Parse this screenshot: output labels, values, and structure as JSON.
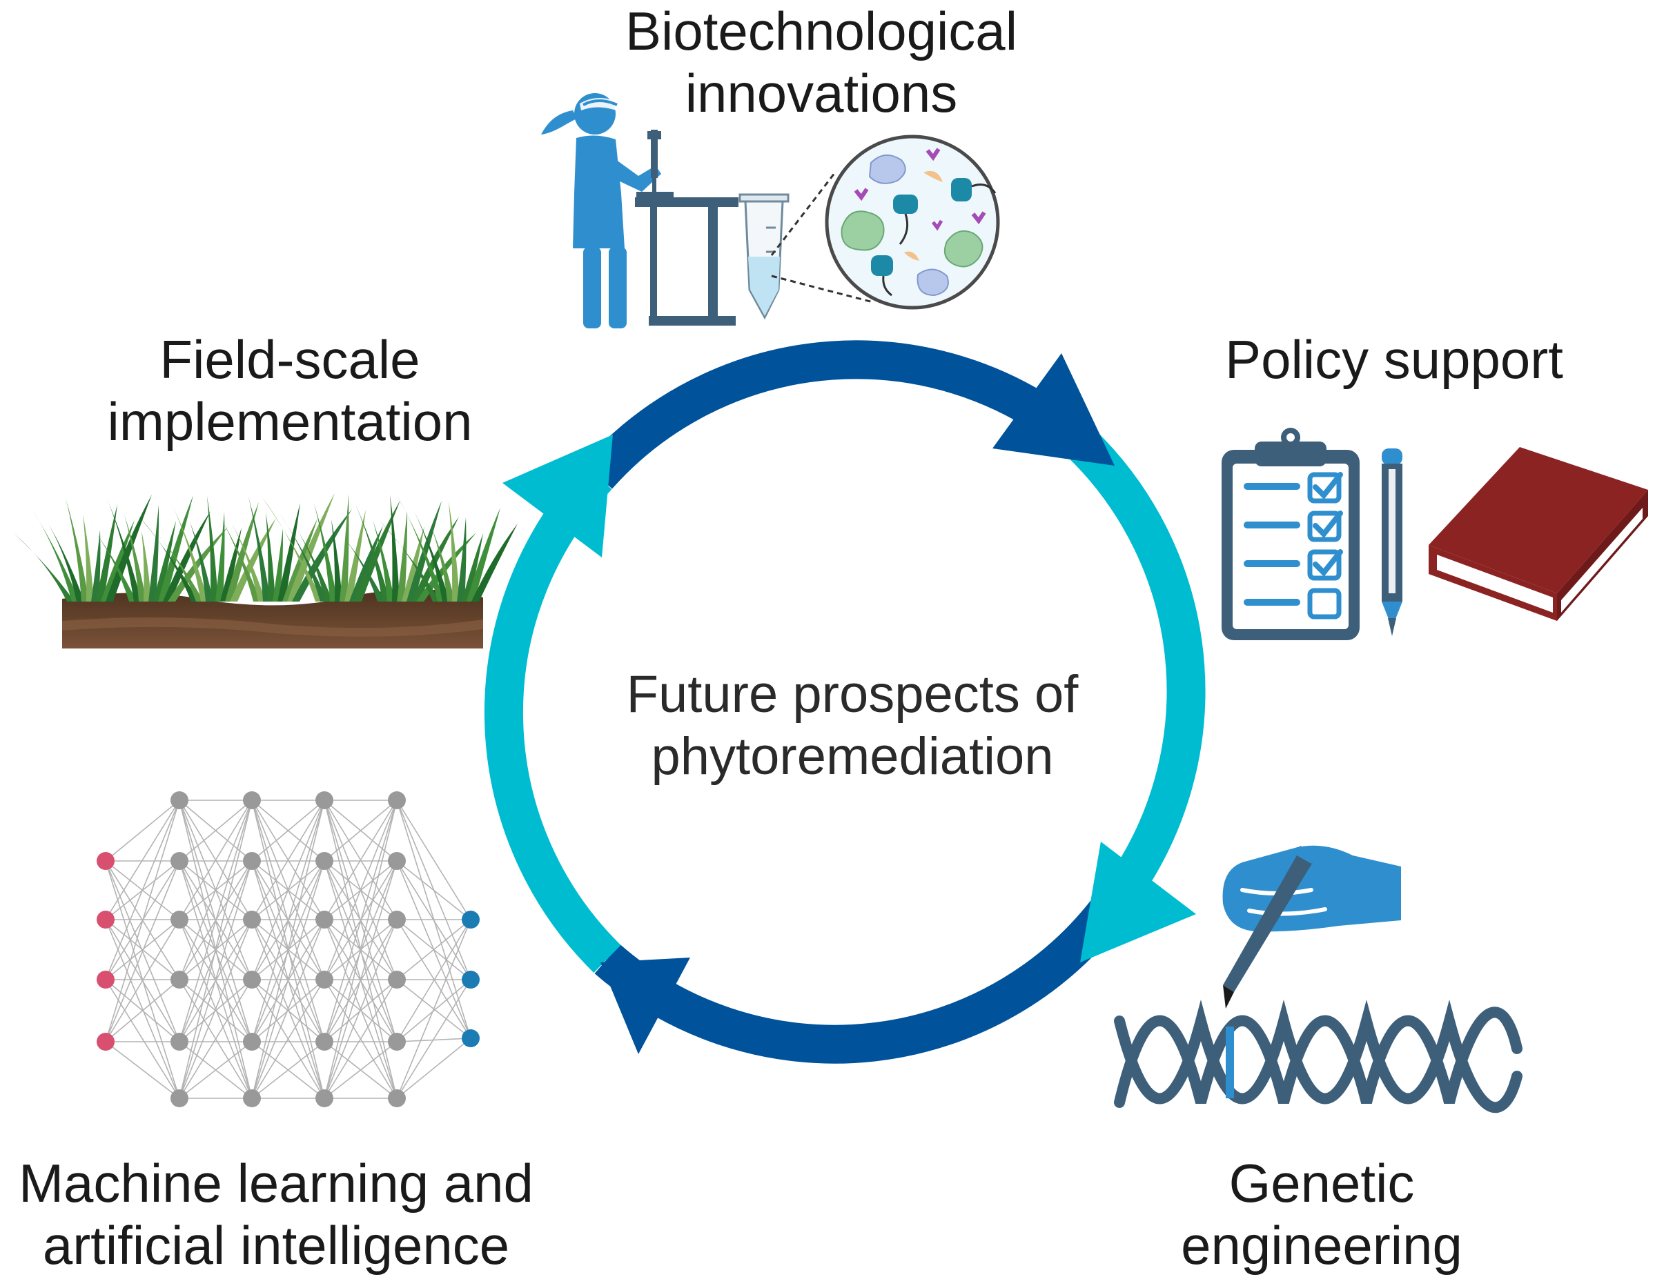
{
  "center": {
    "line1": "Future prospects of",
    "line2": "phytoremediation"
  },
  "nodes": {
    "biotech": {
      "line1": "Biotechnological",
      "line2": "innovations",
      "icon": "lab-scientist-icon"
    },
    "policy": {
      "line1": "Policy support",
      "icon": "clipboard-book-icon"
    },
    "genetic": {
      "line1": "Genetic",
      "line2": "engineering",
      "icon": "dna-editing-icon"
    },
    "ml": {
      "line1": "Machine learning and",
      "line2": "artificial intelligence",
      "icon": "neural-network-icon"
    },
    "field": {
      "line1": "Field-scale",
      "line2": "implementation",
      "icon": "grass-field-icon"
    }
  },
  "colors": {
    "dark_blue": "#00529b",
    "light_cyan": "#00bcd0",
    "lab_blue": "#2f8fce",
    "steel": "#3d5f7a",
    "book_red": "#8c2323",
    "soil": "#5b3b25",
    "grass": "#2e7d32",
    "input_node": "#d94f70",
    "hidden_node": "#999999",
    "output_node": "#1b7bb3"
  }
}
